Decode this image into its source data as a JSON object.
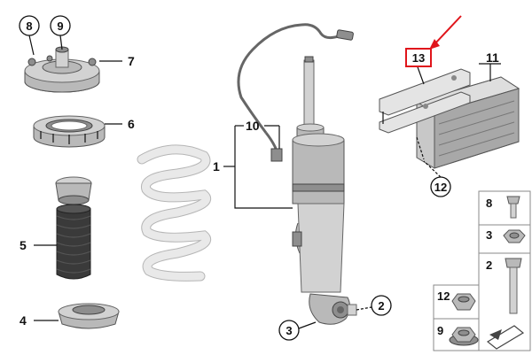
{
  "callouts": {
    "c1": "1",
    "c2": "2",
    "c3": "3",
    "c4": "4",
    "c5": "5",
    "c6": "6",
    "c7": "7",
    "c8": "8",
    "c9": "9",
    "c10": "10",
    "c11": "11",
    "c12": "12",
    "c13": "13"
  },
  "parts_box": {
    "labels": [
      "8",
      "3",
      "2",
      "12",
      "9"
    ]
  },
  "colors": {
    "highlight": "#e0151b",
    "arrow": "#e0151b"
  }
}
